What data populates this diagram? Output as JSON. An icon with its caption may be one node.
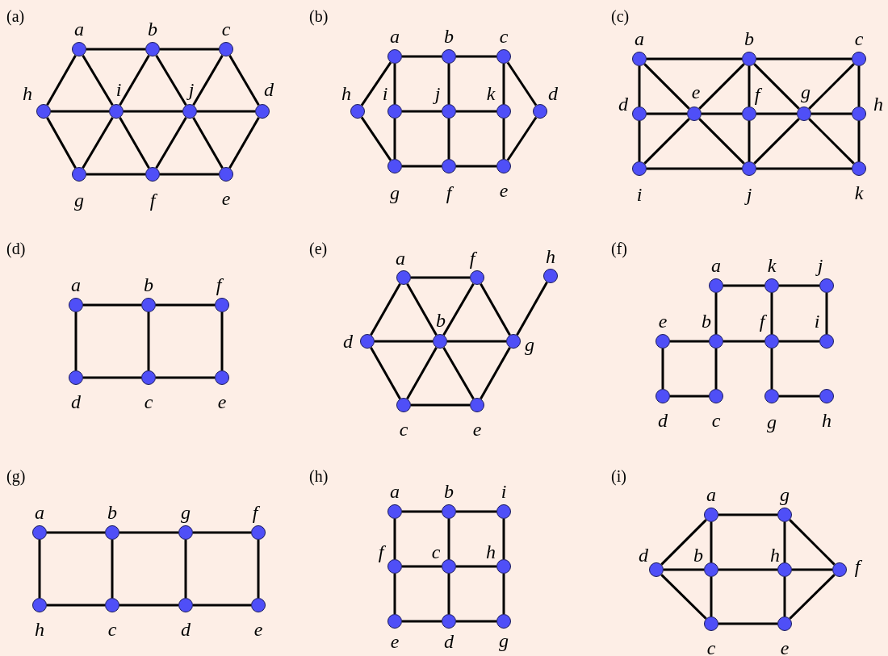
{
  "diagram": {
    "nodes": [
      {
        "text": [],
        "shape": "circle",
        "beside": [
          "a"
        ]
      },
      {
        "text": [],
        "shape": "circle",
        "beside": [
          "b"
        ]
      },
      {
        "text": [],
        "shape": "circle",
        "beside": [
          "c"
        ]
      },
      {
        "text": [],
        "shape": "circle",
        "beside": [
          "h"
        ]
      },
      {
        "text": [],
        "shape": "circle",
        "beside": [
          "i"
        ]
      },
      {
        "text": [],
        "shape": "circle",
        "beside": [
          "j"
        ]
      },
      {
        "text": [],
        "shape": "circle",
        "beside": [
          "d"
        ]
      },
      {
        "text": [],
        "shape": "circle",
        "beside": [
          "g"
        ]
      },
      {
        "text": [],
        "shape": "circle",
        "beside": [
          "f"
        ]
      },
      {
        "text": [],
        "shape": "circle",
        "beside": [
          "e"
        ]
      },
      {
        "text": [],
        "shape": "circle",
        "beside": [
          "a"
        ]
      },
      {
        "text": [],
        "shape": "circle",
        "beside": [
          "b"
        ]
      },
      {
        "text": [],
        "shape": "circle",
        "beside": [
          "c"
        ]
      },
      {
        "text": [],
        "shape": "circle",
        "beside": [
          "h"
        ]
      },
      {
        "text": [],
        "shape": "circle",
        "beside": [
          "i"
        ]
      },
      {
        "text": [],
        "shape": "circle",
        "beside": [
          "j"
        ]
      },
      {
        "text": [],
        "shape": "circle",
        "beside": [
          "k"
        ]
      },
      {
        "text": [],
        "shape": "circle",
        "beside": [
          "d"
        ]
      },
      {
        "text": [],
        "shape": "circle",
        "beside": [
          "g"
        ]
      },
      {
        "text": [],
        "shape": "circle",
        "beside": [
          "f"
        ]
      },
      {
        "text": [],
        "shape": "circle",
        "beside": [
          "e"
        ]
      },
      {
        "text": [],
        "shape": "circle",
        "beside": [
          "a"
        ]
      },
      {
        "text": [],
        "shape": "circle",
        "beside": [
          "b"
        ]
      },
      {
        "text": [],
        "shape": "circle",
        "beside": [
          "c"
        ]
      },
      {
        "text": [],
        "shape": "circle",
        "beside": [
          "d"
        ]
      },
      {
        "text": [],
        "shape": "circle",
        "beside": [
          "e"
        ]
      },
      {
        "text": [],
        "shape": "circle",
        "beside": [
          "f"
        ]
      },
      {
        "text": [],
        "shape": "circle",
        "beside": [
          "g"
        ]
      },
      {
        "text": [],
        "shape": "circle",
        "beside": [
          "h"
        ]
      },
      {
        "text": [],
        "shape": "circle",
        "beside": [
          "i"
        ]
      },
      {
        "text": [],
        "shape": "circle",
        "beside": [
          "j"
        ]
      },
      {
        "text": [],
        "shape": "circle",
        "beside": [
          "k"
        ]
      },
      {
        "text": [],
        "shape": "circle",
        "beside": [
          "a"
        ]
      },
      {
        "text": [],
        "shape": "circle",
        "beside": [
          "b"
        ]
      },
      {
        "text": [],
        "shape": "circle",
        "beside": [
          "f"
        ]
      },
      {
        "text": [],
        "shape": "circle",
        "beside": [
          "d"
        ]
      },
      {
        "text": [],
        "shape": "circle",
        "beside": [
          "c"
        ]
      },
      {
        "text": [],
        "shape": "circle",
        "beside": [
          "e"
        ]
      },
      {
        "text": [],
        "shape": "circle",
        "beside": [
          "a"
        ]
      },
      {
        "text": [],
        "shape": "circle",
        "beside": [
          "f"
        ]
      },
      {
        "text": [],
        "shape": "circle",
        "beside": [
          "h"
        ]
      },
      {
        "text": [],
        "shape": "circle",
        "beside": [
          "d"
        ]
      },
      {
        "text": [],
        "shape": "circle",
        "beside": [
          "b"
        ]
      },
      {
        "text": [],
        "shape": "circle",
        "beside": [
          "g"
        ]
      },
      {
        "text": [],
        "shape": "circle",
        "beside": [
          "c"
        ]
      },
      {
        "text": [],
        "shape": "circle",
        "beside": [
          "e"
        ]
      },
      {
        "text": [],
        "shape": "circle",
        "beside": [
          "a"
        ]
      },
      {
        "text": [],
        "shape": "circle",
        "beside": [
          "k"
        ]
      },
      {
        "text": [],
        "shape": "circle",
        "beside": [
          "j"
        ]
      },
      {
        "text": [],
        "shape": "circle",
        "beside": [
          "e"
        ]
      },
      {
        "text": [],
        "shape": "circle",
        "beside": [
          "b"
        ]
      },
      {
        "text": [],
        "shape": "circle",
        "beside": [
          "f"
        ]
      },
      {
        "text": [],
        "shape": "circle",
        "beside": [
          "i"
        ]
      },
      {
        "text": [],
        "shape": "circle",
        "beside": [
          "d"
        ]
      },
      {
        "text": [],
        "shape": "circle",
        "beside": [
          "c"
        ]
      },
      {
        "text": [],
        "shape": "circle",
        "beside": [
          "g"
        ]
      },
      {
        "text": [],
        "shape": "circle",
        "beside": [
          "h"
        ]
      },
      {
        "text": [],
        "shape": "circle",
        "beside": [
          "a"
        ]
      },
      {
        "text": [],
        "shape": "circle",
        "beside": [
          "b"
        ]
      },
      {
        "text": [],
        "shape": "circle",
        "beside": [
          "g"
        ]
      },
      {
        "text": [],
        "shape": "circle",
        "beside": [
          "f"
        ]
      },
      {
        "text": [],
        "shape": "circle",
        "beside": [
          "h"
        ]
      },
      {
        "text": [],
        "shape": "circle",
        "beside": [
          "c"
        ]
      },
      {
        "text": [],
        "shape": "circle",
        "beside": [
          "d"
        ]
      },
      {
        "text": [],
        "shape": "circle",
        "beside": [
          "e"
        ]
      },
      {
        "text": [],
        "shape": "circle",
        "beside": [
          "a"
        ]
      },
      {
        "text": [],
        "shape": "circle",
        "beside": [
          "b"
        ]
      },
      {
        "text": [],
        "shape": "circle",
        "beside": [
          "i"
        ]
      },
      {
        "text": [],
        "shape": "circle",
        "beside": [
          "f"
        ]
      },
      {
        "text": [],
        "shape": "circle",
        "beside": [
          "c"
        ]
      },
      {
        "text": [],
        "shape": "circle",
        "beside": [
          "h"
        ]
      },
      {
        "text": [],
        "shape": "circle",
        "beside": [
          "e"
        ]
      },
      {
        "text": [],
        "shape": "circle",
        "beside": [
          "d"
        ]
      },
      {
        "text": [],
        "shape": "circle",
        "beside": [
          "g"
        ]
      },
      {
        "text": [],
        "shape": "circle",
        "beside": [
          "a"
        ]
      },
      {
        "text": [],
        "shape": "circle",
        "beside": [
          "g"
        ]
      },
      {
        "text": [],
        "shape": "circle",
        "beside": [
          "d"
        ]
      },
      {
        "text": [],
        "shape": "circle",
        "beside": [
          "b"
        ]
      },
      {
        "text": [],
        "shape": "circle",
        "beside": [
          "h"
        ]
      },
      {
        "text": [],
        "shape": "circle",
        "beside": [
          "f"
        ]
      },
      {
        "text": [],
        "shape": "circle",
        "beside": [
          "c"
        ]
      },
      {
        "text": [],
        "shape": "circle",
        "beside": [
          "e"
        ]
      }
    ],
    "edges": [
      {
        "from": 0,
        "to": 1,
        "arrow": "none"
      },
      {
        "from": 1,
        "to": 2,
        "arrow": "none"
      },
      {
        "from": 3,
        "to": 4,
        "arrow": "none"
      },
      {
        "from": 4,
        "to": 5,
        "arrow": "none"
      },
      {
        "from": 5,
        "to": 6,
        "arrow": "none"
      },
      {
        "from": 7,
        "to": 8,
        "arrow": "none"
      },
      {
        "from": 8,
        "to": 9,
        "arrow": "none"
      },
      {
        "from": 3,
        "to": 0,
        "arrow": "none"
      },
      {
        "from": 0,
        "to": 4,
        "arrow": "none"
      },
      {
        "from": 4,
        "to": 1,
        "arrow": "none"
      },
      {
        "from": 1,
        "to": 5,
        "arrow": "none"
      },
      {
        "from": 5,
        "to": 2,
        "arrow": "none"
      },
      {
        "from": 2,
        "to": 6,
        "arrow": "none"
      },
      {
        "from": 3,
        "to": 7,
        "arrow": "none"
      },
      {
        "from": 7,
        "to": 4,
        "arrow": "none"
      },
      {
        "from": 4,
        "to": 8,
        "arrow": "none"
      },
      {
        "from": 8,
        "to": 5,
        "arrow": "none"
      },
      {
        "from": 5,
        "to": 9,
        "arrow": "none"
      },
      {
        "from": 9,
        "to": 6,
        "arrow": "none"
      },
      {
        "from": 10,
        "to": 11,
        "arrow": "none"
      },
      {
        "from": 11,
        "to": 12,
        "arrow": "none"
      },
      {
        "from": 10,
        "to": 13,
        "arrow": "none"
      },
      {
        "from": 13,
        "to": 18,
        "arrow": "none"
      },
      {
        "from": 10,
        "to": 14,
        "arrow": "none"
      },
      {
        "from": 14,
        "to": 18,
        "arrow": "none"
      },
      {
        "from": 11,
        "to": 15,
        "arrow": "none"
      },
      {
        "from": 15,
        "to": 19,
        "arrow": "none"
      },
      {
        "from": 12,
        "to": 16,
        "arrow": "none"
      },
      {
        "from": 16,
        "to": 20,
        "arrow": "none"
      },
      {
        "from": 12,
        "to": 17,
        "arrow": "none"
      },
      {
        "from": 17,
        "to": 20,
        "arrow": "none"
      },
      {
        "from": 14,
        "to": 15,
        "arrow": "none"
      },
      {
        "from": 15,
        "to": 16,
        "arrow": "none"
      },
      {
        "from": 18,
        "to": 19,
        "arrow": "none"
      },
      {
        "from": 19,
        "to": 20,
        "arrow": "none"
      },
      {
        "from": 21,
        "to": 22,
        "arrow": "none"
      },
      {
        "from": 22,
        "to": 23,
        "arrow": "none"
      },
      {
        "from": 21,
        "to": 24,
        "arrow": "none"
      },
      {
        "from": 24,
        "to": 29,
        "arrow": "none"
      },
      {
        "from": 21,
        "to": 25,
        "arrow": "none"
      },
      {
        "from": 25,
        "to": 30,
        "arrow": "none"
      },
      {
        "from": 22,
        "to": 25,
        "arrow": "none"
      },
      {
        "from": 25,
        "to": 29,
        "arrow": "none"
      },
      {
        "from": 22,
        "to": 26,
        "arrow": "none"
      },
      {
        "from": 26,
        "to": 30,
        "arrow": "none"
      },
      {
        "from": 22,
        "to": 27,
        "arrow": "none"
      },
      {
        "from": 27,
        "to": 31,
        "arrow": "none"
      },
      {
        "from": 23,
        "to": 27,
        "arrow": "none"
      },
      {
        "from": 27,
        "to": 30,
        "arrow": "none"
      },
      {
        "from": 23,
        "to": 28,
        "arrow": "none"
      },
      {
        "from": 28,
        "to": 31,
        "arrow": "none"
      },
      {
        "from": 24,
        "to": 25,
        "arrow": "none"
      },
      {
        "from": 25,
        "to": 26,
        "arrow": "none"
      },
      {
        "from": 26,
        "to": 27,
        "arrow": "none"
      },
      {
        "from": 27,
        "to": 28,
        "arrow": "none"
      },
      {
        "from": 29,
        "to": 30,
        "arrow": "none"
      },
      {
        "from": 30,
        "to": 31,
        "arrow": "none"
      },
      {
        "from": 32,
        "to": 33,
        "arrow": "none"
      },
      {
        "from": 33,
        "to": 34,
        "arrow": "none"
      },
      {
        "from": 32,
        "to": 35,
        "arrow": "none"
      },
      {
        "from": 33,
        "to": 36,
        "arrow": "none"
      },
      {
        "from": 34,
        "to": 37,
        "arrow": "none"
      },
      {
        "from": 35,
        "to": 36,
        "arrow": "none"
      },
      {
        "from": 36,
        "to": 37,
        "arrow": "none"
      },
      {
        "from": 38,
        "to": 39,
        "arrow": "none"
      },
      {
        "from": 38,
        "to": 41,
        "arrow": "none"
      },
      {
        "from": 38,
        "to": 42,
        "arrow": "none"
      },
      {
        "from": 39,
        "to": 42,
        "arrow": "none"
      },
      {
        "from": 39,
        "to": 43,
        "arrow": "none"
      },
      {
        "from": 43,
        "to": 40,
        "arrow": "none"
      },
      {
        "from": 41,
        "to": 42,
        "arrow": "none"
      },
      {
        "from": 42,
        "to": 43,
        "arrow": "none"
      },
      {
        "from": 41,
        "to": 44,
        "arrow": "none"
      },
      {
        "from": 42,
        "to": 44,
        "arrow": "none"
      },
      {
        "from": 42,
        "to": 45,
        "arrow": "none"
      },
      {
        "from": 43,
        "to": 45,
        "arrow": "none"
      },
      {
        "from": 44,
        "to": 45,
        "arrow": "none"
      },
      {
        "from": 46,
        "to": 47,
        "arrow": "none"
      },
      {
        "from": 47,
        "to": 48,
        "arrow": "none"
      },
      {
        "from": 48,
        "to": 52,
        "arrow": "none"
      },
      {
        "from": 46,
        "to": 50,
        "arrow": "none"
      },
      {
        "from": 47,
        "to": 51,
        "arrow": "none"
      },
      {
        "from": 49,
        "to": 50,
        "arrow": "none"
      },
      {
        "from": 50,
        "to": 51,
        "arrow": "none"
      },
      {
        "from": 51,
        "to": 52,
        "arrow": "none"
      },
      {
        "from": 49,
        "to": 53,
        "arrow": "none"
      },
      {
        "from": 53,
        "to": 54,
        "arrow": "none"
      },
      {
        "from": 50,
        "to": 54,
        "arrow": "none"
      },
      {
        "from": 51,
        "to": 55,
        "arrow": "none"
      },
      {
        "from": 55,
        "to": 56,
        "arrow": "none"
      },
      {
        "from": 57,
        "to": 58,
        "arrow": "none"
      },
      {
        "from": 58,
        "to": 59,
        "arrow": "none"
      },
      {
        "from": 59,
        "to": 60,
        "arrow": "none"
      },
      {
        "from": 57,
        "to": 61,
        "arrow": "none"
      },
      {
        "from": 58,
        "to": 62,
        "arrow": "none"
      },
      {
        "from": 59,
        "to": 63,
        "arrow": "none"
      },
      {
        "from": 60,
        "to": 64,
        "arrow": "none"
      },
      {
        "from": 61,
        "to": 62,
        "arrow": "none"
      },
      {
        "from": 62,
        "to": 63,
        "arrow": "none"
      },
      {
        "from": 63,
        "to": 64,
        "arrow": "none"
      },
      {
        "from": 65,
        "to": 66,
        "arrow": "none"
      },
      {
        "from": 66,
        "to": 67,
        "arrow": "none"
      },
      {
        "from": 68,
        "to": 69,
        "arrow": "none"
      },
      {
        "from": 69,
        "to": 70,
        "arrow": "none"
      },
      {
        "from": 71,
        "to": 72,
        "arrow": "none"
      },
      {
        "from": 72,
        "to": 73,
        "arrow": "none"
      },
      {
        "from": 65,
        "to": 68,
        "arrow": "none"
      },
      {
        "from": 68,
        "to": 71,
        "arrow": "none"
      },
      {
        "from": 66,
        "to": 69,
        "arrow": "none"
      },
      {
        "from": 69,
        "to": 72,
        "arrow": "none"
      },
      {
        "from": 67,
        "to": 70,
        "arrow": "none"
      },
      {
        "from": 70,
        "to": 73,
        "arrow": "none"
      },
      {
        "from": 74,
        "to": 75,
        "arrow": "none"
      },
      {
        "from": 76,
        "to": 74,
        "arrow": "none"
      },
      {
        "from": 74,
        "to": 77,
        "arrow": "none"
      },
      {
        "from": 75,
        "to": 78,
        "arrow": "none"
      },
      {
        "from": 75,
        "to": 79,
        "arrow": "none"
      },
      {
        "from": 76,
        "to": 77,
        "arrow": "none"
      },
      {
        "from": 77,
        "to": 78,
        "arrow": "none"
      },
      {
        "from": 78,
        "to": 79,
        "arrow": "none"
      },
      {
        "from": 76,
        "to": 80,
        "arrow": "none"
      },
      {
        "from": 77,
        "to": 80,
        "arrow": "none"
      },
      {
        "from": 78,
        "to": 81,
        "arrow": "none"
      },
      {
        "from": 79,
        "to": 81,
        "arrow": "none"
      },
      {
        "from": 80,
        "to": 81,
        "arrow": "none"
      }
    ],
    "labels": [
      "(a)",
      "(b)",
      "(c)",
      "(d)",
      "(e)",
      "(f)",
      "(g)",
      "(h)",
      "(i)"
    ]
  }
}
